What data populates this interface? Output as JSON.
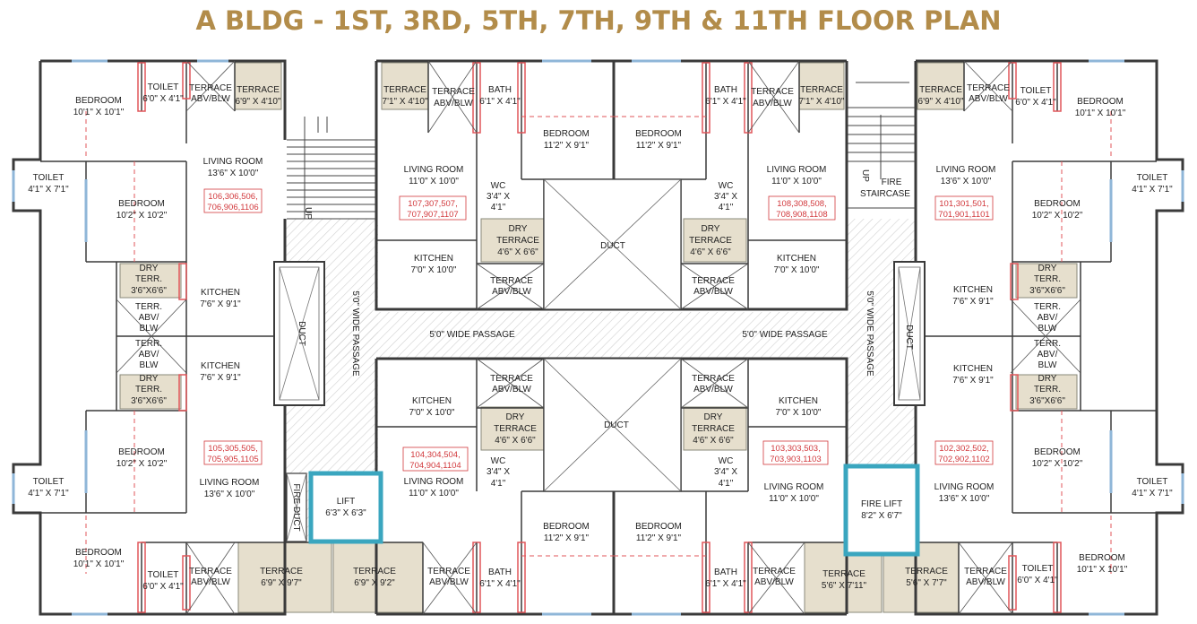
{
  "title": "A BLDG - 1ST, 3RD, 5TH, 7TH, 9TH & 11TH FLOOR PLAN",
  "colors": {
    "title": "#b28c4a",
    "wall": "#3a3a3a",
    "window": "#8fb6d8",
    "unit_numbers": "#d2393d",
    "terrace_fill": "#e6dfcd",
    "lift_border": "#3aa6bf",
    "passage_hatch": "#d6d6d6"
  },
  "rooms": {
    "bedroom_tl_top": {
      "name": "BEDROOM",
      "size": "10'1\" X 10'1\""
    },
    "toilet_tl_top": {
      "name": "TOILET",
      "size": "6'0\" X 4'1\""
    },
    "terrace_abv_tl1": {
      "name": "TERRACE",
      "size": "ABV/BLW"
    },
    "terrace_tl1": {
      "name": "TERRACE",
      "size": "6'9\" X 4'10\""
    },
    "terrace_tc1": {
      "name": "TERRACE",
      "size": "7'1\" X 4'10\""
    },
    "terrace_abv_tc1": {
      "name": "TERRACE",
      "size": "ABV/BLW"
    },
    "bath_tc1": {
      "name": "BATH",
      "size": "6'1\" X 4'1\""
    },
    "bedroom_tc1": {
      "name": "BEDROOM",
      "size": "11'2\" X 9'1\""
    },
    "bedroom_tc2": {
      "name": "BEDROOM",
      "size": "11'2\" X 9'1\""
    },
    "bath_tc2": {
      "name": "BATH",
      "size": "6'1\" X 4'1\""
    },
    "terrace_abv_tc2": {
      "name": "TERRACE",
      "size": "ABV/BLW"
    },
    "terrace_tc2": {
      "name": "TERRACE",
      "size": "7'1\" X 4'10\""
    },
    "terrace_tr1": {
      "name": "TERRACE",
      "size": "6'9\" X 4'10\""
    },
    "terrace_abv_tr1": {
      "name": "TERRACE",
      "size": "ABV/BLW"
    },
    "toilet_tr_top": {
      "name": "TOILET",
      "size": "6'0\" X 4'1\""
    },
    "bedroom_tr_top": {
      "name": "BEDROOM",
      "size": "10'1\" X 10'1\""
    },
    "living_tl": {
      "name": "LIVING ROOM",
      "size": "13'6\" X 10'0\""
    },
    "toilet_tl_side": {
      "name": "TOILET",
      "size": "4'1\" X 7'1\""
    },
    "bedroom_tl_mid": {
      "name": "BEDROOM",
      "size": "10'2\" X 10'2\""
    },
    "living_tc1": {
      "name": "LIVING ROOM",
      "size": "11'0\" X 10'0\""
    },
    "wc_tc1": {
      "name": "WC",
      "size": "3'4\" X",
      "size2": "4'1\""
    },
    "living_tc2": {
      "name": "LIVING ROOM",
      "size": "11'0\" X 10'0\""
    },
    "wc_tc2": {
      "name": "WC",
      "size": "3'4\" X",
      "size2": "4'1\""
    },
    "fire_staircase": {
      "name": "FIRE",
      "size": "STAIRCASE"
    },
    "living_tr": {
      "name": "LIVING ROOM",
      "size": "13'6\" X 10'0\""
    },
    "toilet_tr_side": {
      "name": "TOILET",
      "size": "4'1\" X 7'1\""
    },
    "bedroom_tr_mid": {
      "name": "BEDROOM",
      "size": "10'2\" X 10'2\""
    },
    "dry_tc1": {
      "name": "DRY",
      "size": "TERRACE",
      "size2": "4'6\" X 6'6\""
    },
    "dry_tc2": {
      "name": "DRY",
      "size": "TERRACE",
      "size2": "4'6\" X 6'6\""
    },
    "kitchen_tc1": {
      "name": "KITCHEN",
      "size": "7'0\" X 10'0\""
    },
    "kitchen_tc2": {
      "name": "KITCHEN",
      "size": "7'0\" X 10'0\""
    },
    "terrace_abv_mid1": {
      "name": "TERRACE",
      "size": "ABV/BLW"
    },
    "terrace_abv_mid2": {
      "name": "TERRACE",
      "size": "ABV/BLW"
    },
    "duct_top": {
      "name": "DUCT"
    },
    "duct_bottom": {
      "name": "DUCT"
    },
    "duct_left": {
      "name": "DUCT"
    },
    "duct_right": {
      "name": "DUCT"
    },
    "dry_terr_l1": {
      "name": "DRY",
      "size": "TERR.",
      "size2": "3'6\"X6'6\""
    },
    "terr_abv_l1": {
      "name": "TERR.",
      "size": "ABV/",
      "size2": "BLW"
    },
    "terr_abv_l2": {
      "name": "TERR.",
      "size": "ABV/",
      "size2": "BLW"
    },
    "dry_terr_l2": {
      "name": "DRY",
      "size": "TERR.",
      "size2": "3'6\"X6'6\""
    },
    "kitchen_l1": {
      "name": "KITCHEN",
      "size": "7'6\" X 9'1\""
    },
    "kitchen_l2": {
      "name": "KITCHEN",
      "size": "7'6\" X 9'1\""
    },
    "dry_terr_r1": {
      "name": "DRY",
      "size": "TERR.",
      "size2": "3'6\"X6'6\""
    },
    "terr_abv_r1": {
      "name": "TERR.",
      "size": "ABV/",
      "size2": "BLW"
    },
    "terr_abv_r2": {
      "name": "TERR.",
      "size": "ABV/",
      "size2": "BLW"
    },
    "dry_terr_r2": {
      "name": "DRY",
      "size": "TERR.",
      "size2": "3'6\"X6'6\""
    },
    "kitchen_r1": {
      "name": "KITCHEN",
      "size": "7'6\" X 9'1\""
    },
    "kitchen_r2": {
      "name": "KITCHEN",
      "size": "7'6\" X 9'1\""
    },
    "kitchen_bc1": {
      "name": "KITCHEN",
      "size": "7'0\" X 10'0\""
    },
    "kitchen_bc2": {
      "name": "KITCHEN",
      "size": "7'0\" X 10'0\""
    },
    "dry_bc1": {
      "name": "DRY",
      "size": "TERRACE",
      "size2": "4'6\" X 6'6\""
    },
    "dry_bc2": {
      "name": "DRY",
      "size": "TERRACE",
      "size2": "4'6\" X 6'6\""
    },
    "terrace_abv_bm1": {
      "name": "TERRACE",
      "size": "ABV/BLW"
    },
    "terrace_abv_bm2": {
      "name": "TERRACE",
      "size": "ABV/BLW"
    },
    "wc_bc1": {
      "name": "WC",
      "size": "3'4\" X",
      "size2": "4'1\""
    },
    "wc_bc2": {
      "name": "WC",
      "size": "3'4\" X",
      "size2": "4'1\""
    },
    "living_bc1": {
      "name": "LIVING ROOM",
      "size": "11'0\" X 10'0\""
    },
    "living_bc2": {
      "name": "LIVING ROOM",
      "size": "11'0\" X 10'0\""
    },
    "bedroom_bl_mid": {
      "name": "BEDROOM",
      "size": "10'2\" X 10'2\""
    },
    "toilet_bl_side": {
      "name": "TOILET",
      "size": "4'1\" X 7'1\""
    },
    "living_bl": {
      "name": "LIVING ROOM",
      "size": "13'6\" X 10'0\""
    },
    "living_br": {
      "name": "LIVING ROOM",
      "size": "13'6\" X 10'0\""
    },
    "bedroom_br_mid": {
      "name": "BEDROOM",
      "size": "10'2\" X 10'2\""
    },
    "toilet_br_side": {
      "name": "TOILET",
      "size": "4'1\" X 7'1\""
    },
    "lift": {
      "name": "LIFT",
      "size": "6'3\" X 6'3\""
    },
    "fire_lift": {
      "name": "FIRE LIFT",
      "size": "8'2\" X 6'7\""
    },
    "fire_duct": {
      "name": "FIRE DUCT"
    },
    "bedroom_bl_bot": {
      "name": "BEDROOM",
      "size": "10'1\" X 10'1\""
    },
    "toilet_bl_bot": {
      "name": "TOILET",
      "size": "6'0\" X 4'1\""
    },
    "terrace_abv_bl1": {
      "name": "TERRACE",
      "size": "ABV/BLW"
    },
    "terrace_bl1": {
      "name": "TERRACE",
      "size": "6'9\" X 9'7\""
    },
    "terrace_bl2": {
      "name": "TERRACE",
      "size": "6'9\" X 9'2\""
    },
    "terrace_abv_bc1": {
      "name": "TERRACE",
      "size": "ABV/BLW"
    },
    "bath_bc1": {
      "name": "BATH",
      "size": "6'1\" X 4'1\""
    },
    "bedroom_bc1": {
      "name": "BEDROOM",
      "size": "11'2\" X 9'1\""
    },
    "bedroom_bc2": {
      "name": "BEDROOM",
      "size": "11'2\" X 9'1\""
    },
    "bath_bc2": {
      "name": "BATH",
      "size": "6'1\" X 4'1\""
    },
    "terrace_abv_bc2": {
      "name": "TERRACE",
      "size": "ABV/BLW"
    },
    "terrace_br1": {
      "name": "TERRACE",
      "size": "5'6\" X 7'11\""
    },
    "terrace_br2": {
      "name": "TERRACE",
      "size": "5'6\" X 7'7\""
    },
    "terrace_abv_br1": {
      "name": "TERRACE",
      "size": "ABV/BLW"
    },
    "toilet_br_bot": {
      "name": "TOILET",
      "size": "6'0\" X 4'1\""
    },
    "bedroom_br_bot": {
      "name": "BEDROOM",
      "size": "10'1\" X 10'1\""
    }
  },
  "units": {
    "tl": {
      "line1": "106,306,506,",
      "line2": "706,906,1106"
    },
    "tc1": {
      "line1": "107,307,507,",
      "line2": "707,907,1107"
    },
    "tc2": {
      "line1": "108,308,508,",
      "line2": "708,908,1108"
    },
    "tr": {
      "line1": "101,301,501,",
      "line2": "701,901,1101"
    },
    "bl": {
      "line1": "105,305,505,",
      "line2": "705,905,1105"
    },
    "bc1": {
      "line1": "104,304,504,",
      "line2": "704,904,1104"
    },
    "bc2": {
      "line1": "103,303,503,",
      "line2": "703,903,1103"
    },
    "br": {
      "line1": "102,302,502,",
      "line2": "702,902,1102"
    }
  },
  "passages": {
    "horizontal_left": "5'0\" WIDE PASSAGE",
    "horizontal_right": "5'0\" WIDE PASSAGE",
    "vertical_left": "5'0\" WIDE PASSAGE",
    "vertical_right": "5'0\" WIDE PASSAGE"
  },
  "stairs": {
    "up_left": "UP",
    "up_right": "UP"
  }
}
